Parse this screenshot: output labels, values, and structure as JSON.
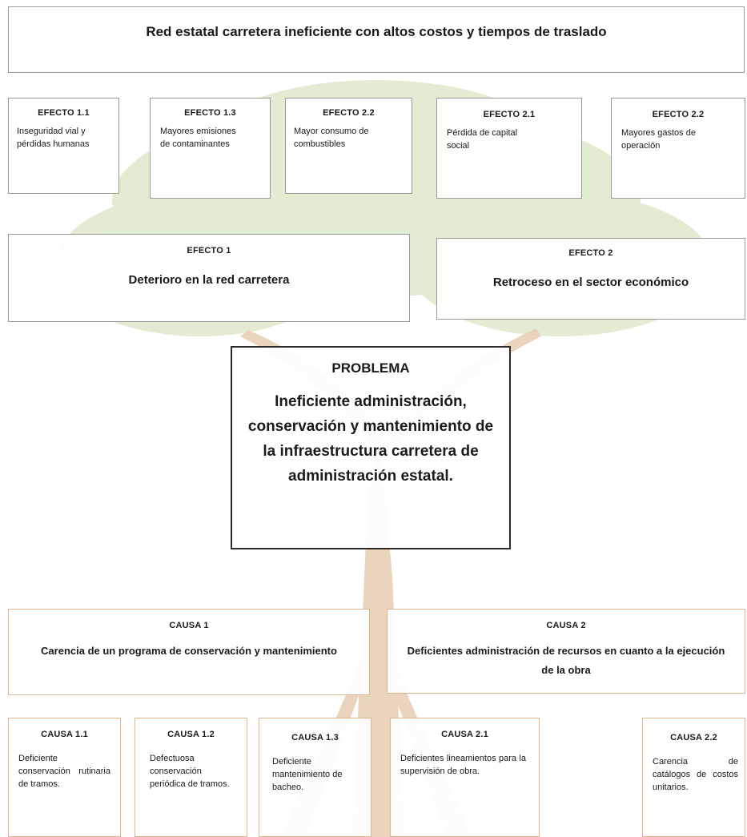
{
  "top_effect": "Red estatal carretera ineficiente con altos costos y tiempos de traslado",
  "effects_detail": [
    {
      "label": "EFECTO 1.1",
      "text": "Inseguridad vial y pérdidas humanas"
    },
    {
      "label": "EFECTO 1.3",
      "text": "Mayores emisiones de contaminantes"
    },
    {
      "label": "EFECTO 2.2",
      "text": "Mayor consumo de combustibles"
    },
    {
      "label": "EFECTO 2.1",
      "text": "Pérdida de capital social"
    },
    {
      "label": "EFECTO 2.2",
      "text": "Mayores gastos de operación"
    }
  ],
  "effects_main": [
    {
      "label": "EFECTO 1",
      "text": "Deterioro en la red carretera"
    },
    {
      "label": "EFECTO 2",
      "text": "Retroceso en el sector económico"
    }
  ],
  "problem": {
    "label": "PROBLEMA",
    "text": "Ineficiente administración, conservación y mantenimiento de la infraestructura carretera de administración estatal."
  },
  "causes_main": [
    {
      "label": "CAUSA 1",
      "text": "Carencia de un programa de conservación y mantenimiento"
    },
    {
      "label": "CAUSA 2",
      "text": "Deficientes administración de recursos en cuanto a la ejecución de la obra"
    }
  ],
  "causes_detail": [
    {
      "label": "CAUSA 1.1",
      "text": "Deficiente conservación rutinaria de tramos."
    },
    {
      "label": "CAUSA 1.2",
      "text": "Defectuosa conservación periódica de tramos."
    },
    {
      "label": "CAUSA 1.3",
      "text": "Deficiente mantenimiento de bacheo."
    },
    {
      "label": "CAUSA 2.1",
      "text": "Deficientes lineamientos para la supervisión de obra."
    },
    {
      "label": "CAUSA 2.2",
      "text": "Carencia de catálogos de costos unitarios."
    }
  ],
  "colors": {
    "trunk": "#e8cdb2",
    "foliage": "#d9e6c4",
    "box_border_gray": "#9a9a9a",
    "box_border_orange": "#e0b48a",
    "problem_border": "#2b2b2b"
  }
}
